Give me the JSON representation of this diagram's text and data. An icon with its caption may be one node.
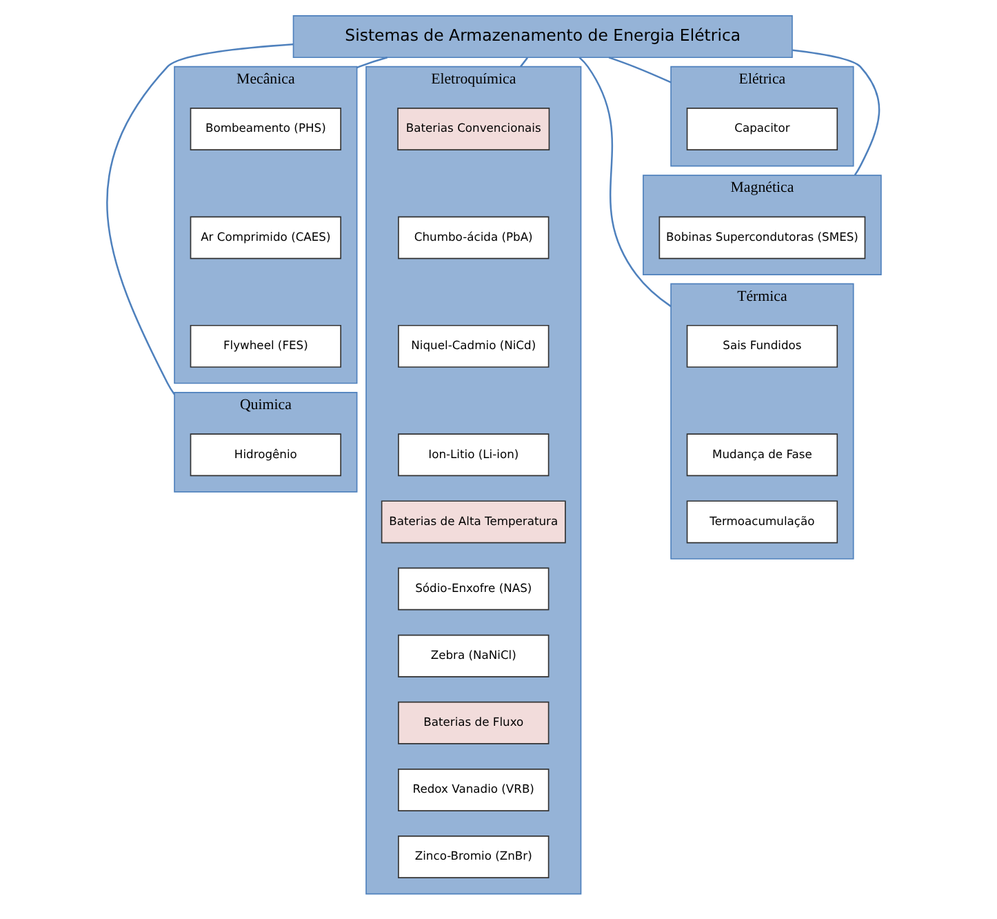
{
  "diagram": {
    "nodes": [
      {
        "text": [
          "Sistemas de Armazenamento de Energia Elétrica"
        ]
      },
      {
        "text": [
          "Mecânica"
        ]
      },
      {
        "text": [
          "Bombeamento (PHS)"
        ],
        "in": 1
      },
      {
        "text": [
          "Ar Comprimido (CAES)"
        ],
        "in": 1
      },
      {
        "text": [
          "Flywheel (FES)"
        ],
        "in": 1
      },
      {
        "text": [
          "Eletroquímica"
        ]
      },
      {
        "text": [
          "Baterias Convencionais"
        ],
        "in": 5
      },
      {
        "text": [
          "Chumbo-ácida (PbA)"
        ],
        "in": 5
      },
      {
        "text": [
          "Niquel-Cadmio (NiCd)"
        ],
        "in": 5
      },
      {
        "text": [
          "Ion-Litio (Li-ion)"
        ],
        "in": 5
      },
      {
        "text": [
          "Baterias de Alta Temperatura"
        ],
        "in": 5
      },
      {
        "text": [
          "Sódio-Enxofre (NAS)"
        ],
        "in": 5
      },
      {
        "text": [
          "Zebra (NaNiCl)"
        ],
        "in": 5
      },
      {
        "text": [
          "Baterias de Fluxo"
        ],
        "in": 5
      },
      {
        "text": [
          "Redox Vanadio (VRB)"
        ],
        "in": 5
      },
      {
        "text": [
          "Zinco-Bromio (ZnBr)"
        ],
        "in": 5
      },
      {
        "text": [
          "Elétrica"
        ]
      },
      {
        "text": [
          "Capacitor"
        ],
        "in": 16
      },
      {
        "text": [
          "Magnética"
        ]
      },
      {
        "text": [
          "Bobinas Supercondutoras (SMES)"
        ],
        "in": 18
      },
      {
        "text": [
          "Quimica"
        ]
      },
      {
        "text": [
          "Hidrogênio"
        ],
        "in": 20
      },
      {
        "text": [
          "Térmica"
        ]
      },
      {
        "text": [
          "Sais Fundidos"
        ],
        "in": 22
      },
      {
        "text": [
          "Mudança de Fase"
        ],
        "in": 22
      },
      {
        "text": [
          "Termoacumulação"
        ],
        "in": 22
      }
    ],
    "edges": [
      {
        "from": 0,
        "to": 1,
        "arrow": "none"
      },
      {
        "from": 0,
        "to": 20,
        "arrow": "none"
      },
      {
        "from": 0,
        "to": 5,
        "arrow": "none"
      },
      {
        "from": 0,
        "to": 16,
        "arrow": "none"
      },
      {
        "from": 0,
        "to": 18,
        "arrow": "none"
      },
      {
        "from": 0,
        "to": 22,
        "arrow": "none"
      }
    ]
  }
}
